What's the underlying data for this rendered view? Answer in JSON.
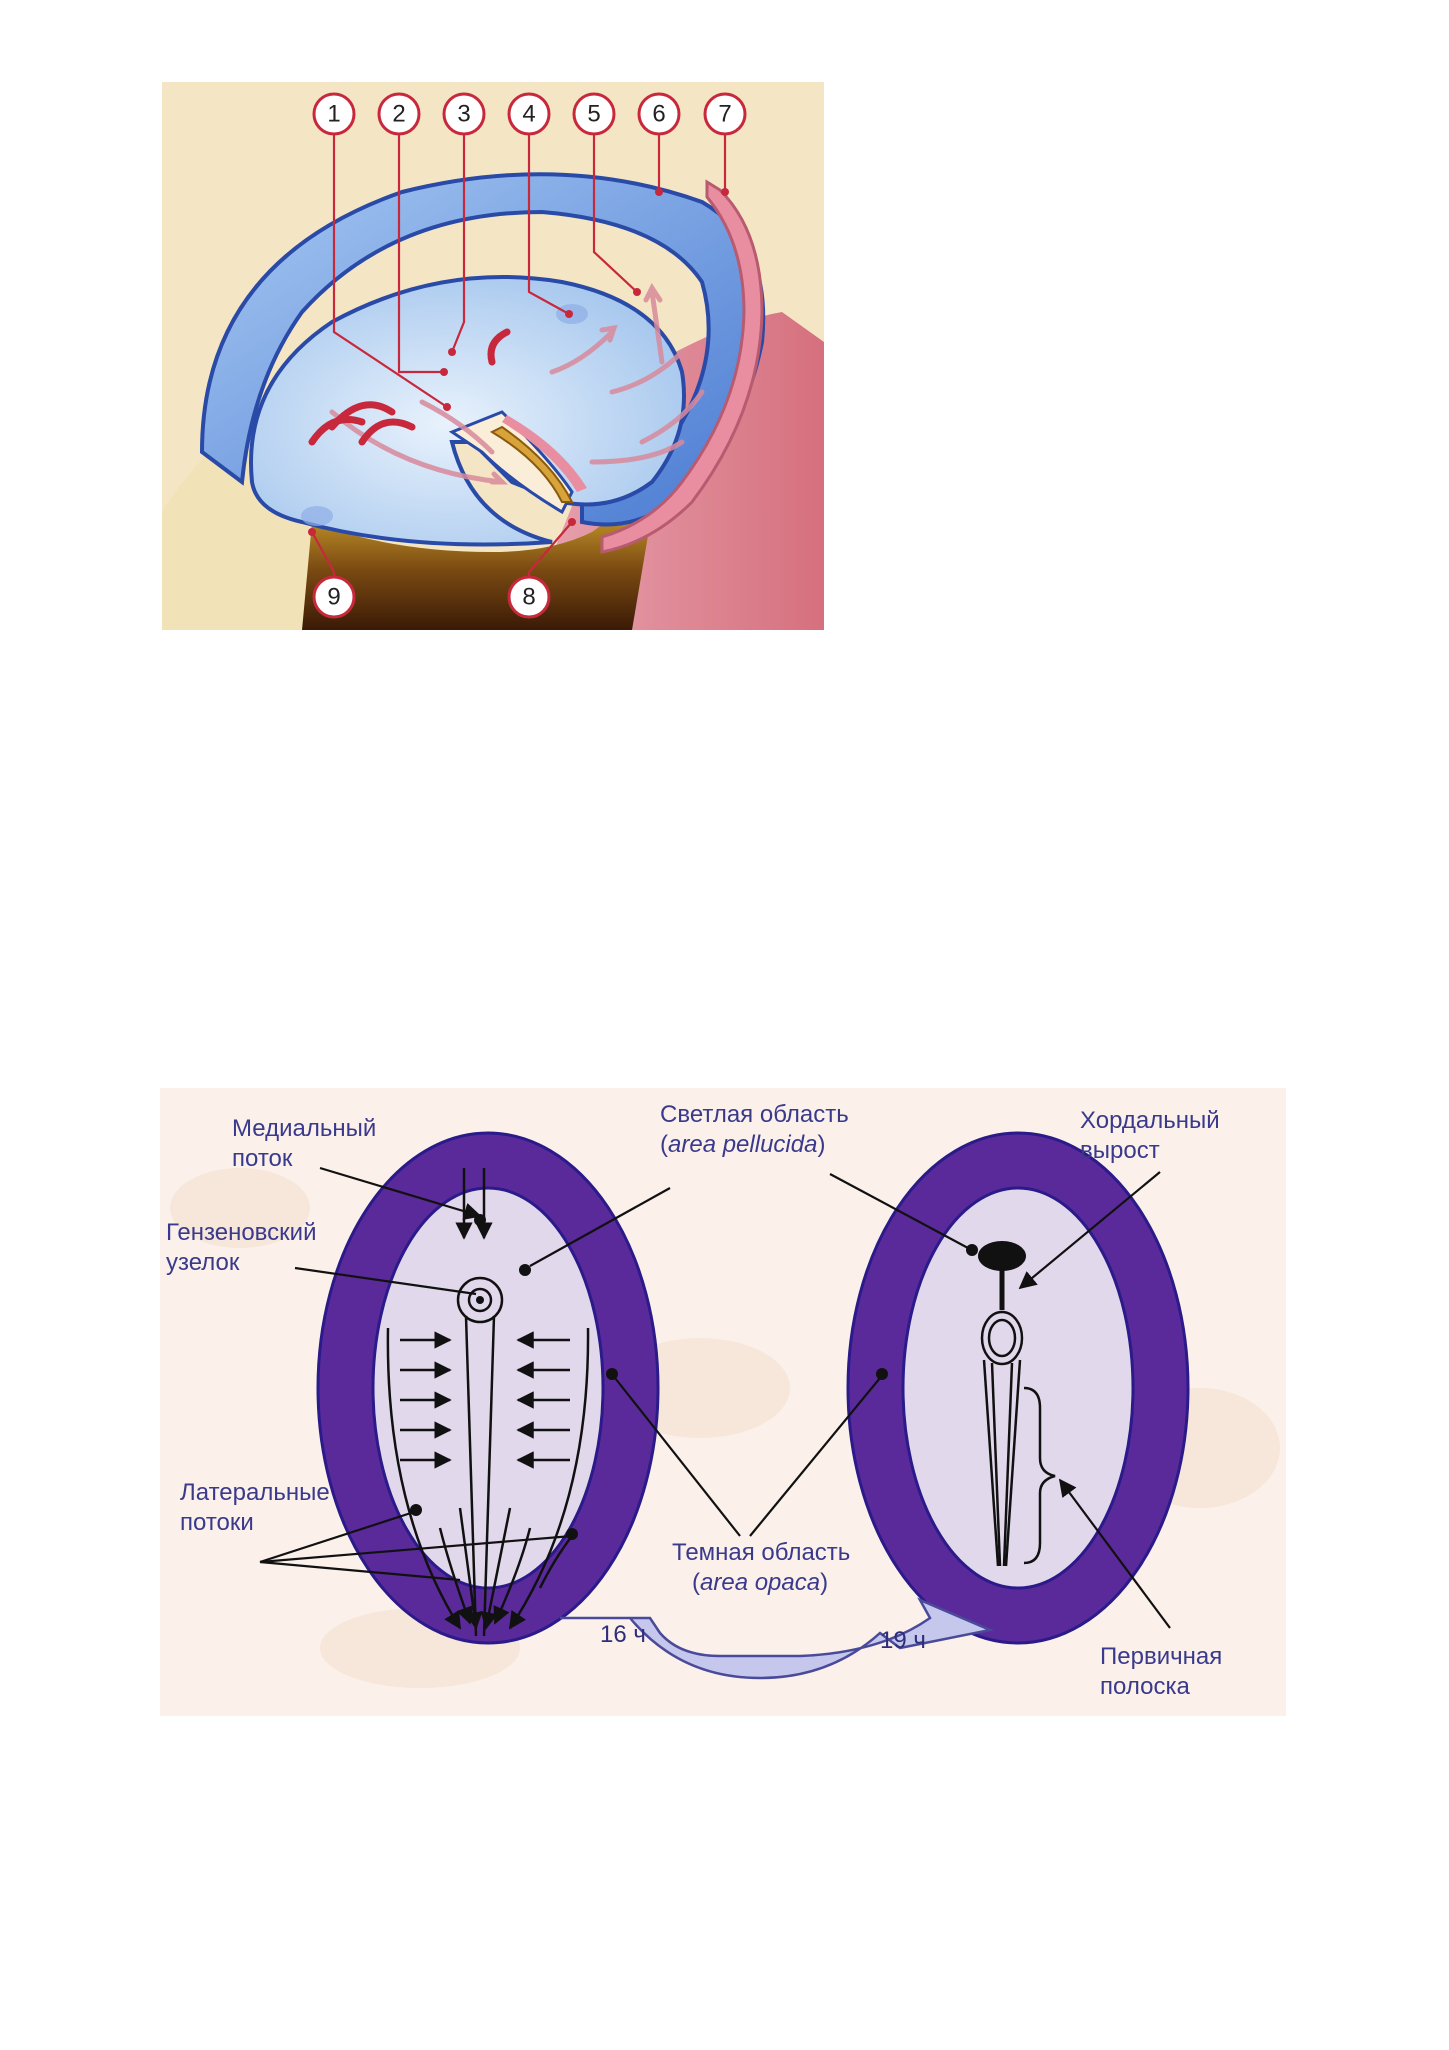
{
  "figure1": {
    "callouts": [
      "1",
      "2",
      "3",
      "4",
      "5",
      "6",
      "7",
      "8",
      "9"
    ]
  },
  "figure2": {
    "labels": {
      "medial_flow_1": "Медиальный",
      "medial_flow_2": "поток",
      "hensen_node_1": "Гензеновский",
      "hensen_node_2": "узелок",
      "lateral_flows_1": "Латеральные",
      "lateral_flows_2": "потоки",
      "area_pellucida_1": "Светлая область",
      "area_pellucida_2a": "(",
      "area_pellucida_2b": "area pellucida",
      "area_pellucida_2c": ")",
      "area_opaca_1": "Темная область",
      "area_opaca_2a": "(",
      "area_opaca_2b": "area opaca",
      "area_opaca_2c": ")",
      "notochord_1": "Хордальный",
      "notochord_2": "вырост",
      "primitive_streak_1": "Первичная",
      "primitive_streak_2": "полоска"
    },
    "time_16": "16 ч",
    "time_19": "19 ч"
  },
  "colors": {
    "dark_purple": "#5a2a9a",
    "light_lilac": "#e2d8ec",
    "label_blue": "#3a3a8c",
    "callout_red": "#c8283c",
    "dish_blue": "#6a9ae0"
  }
}
